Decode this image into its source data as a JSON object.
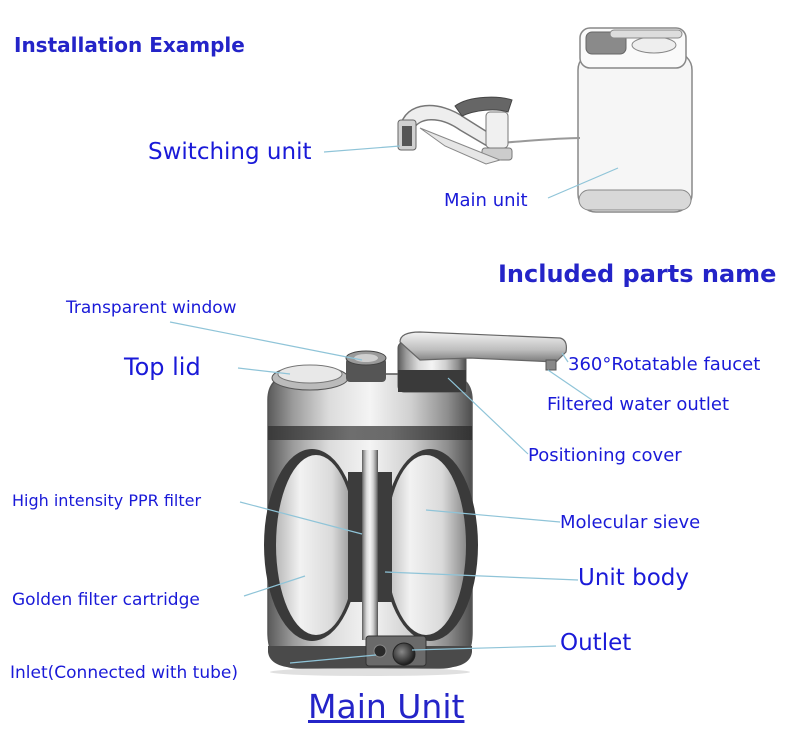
{
  "section_titles": {
    "installation": "Installation Example",
    "parts": "Included parts name"
  },
  "installation_labels": {
    "switching_unit": "Switching unit",
    "main_unit": "Main unit"
  },
  "part_labels": {
    "transparent_window": "Transparent window",
    "top_lid": "Top lid",
    "rotatable_faucet": "360°Rotatable faucet",
    "filtered_water_outlet": "Filtered water outlet",
    "positioning_cover": "Positioning cover",
    "ppr_filter": "High intensity PPR filter",
    "molecular_sieve": "Molecular sieve",
    "unit_body": "Unit body",
    "golden_filter": "Golden filter cartridge",
    "outlet": "Outlet",
    "inlet": "Inlet(Connected with tube)"
  },
  "caption": "Main Unit",
  "colors": {
    "label_blue": "#1a1ad8",
    "title_blue": "#2424c8",
    "leader_line": "#8fc4d8"
  }
}
